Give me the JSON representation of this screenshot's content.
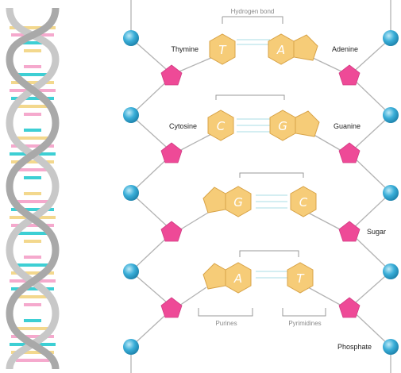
{
  "labels": {
    "hydrogen_bond": "Hydrogen bond",
    "thymine": "Thymine",
    "adenine": "Adenine",
    "cytosine": "Cytosine",
    "guanine": "Guanine",
    "sugar": "Sugar",
    "phosphate": "Phosphate",
    "purines": "Purines",
    "pyrimidines": "Pyrimidines"
  },
  "base_pairs": [
    {
      "left": "T",
      "right": "A"
    },
    {
      "left": "C",
      "right": "G"
    },
    {
      "left": "G",
      "right": "C"
    },
    {
      "left": "A",
      "right": "T"
    }
  ],
  "colors": {
    "base": "#f6cc78",
    "base_stroke": "#d8a348",
    "sugar": "#ee4a97",
    "phosphate": "#3aaed8",
    "backbone": "#b3b3b3",
    "helix_strand": "#c8c8c8",
    "helix_pink": "#f5a9cd",
    "helix_cyan": "#3dcfd4",
    "helix_yellow": "#f3d88d"
  }
}
